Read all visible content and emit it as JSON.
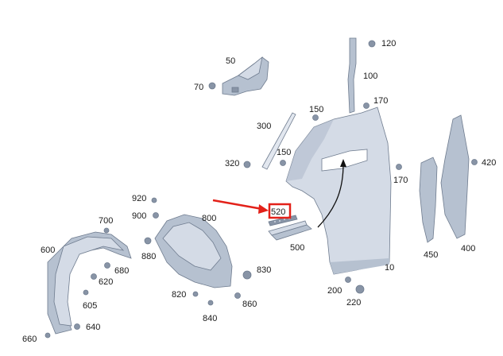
{
  "diagram": {
    "labels": {
      "p10": "10",
      "p50": "50",
      "p70": "70",
      "p100": "100",
      "p120": "120",
      "p150a": "150",
      "p150b": "150",
      "p170a": "170",
      "p170b": "170",
      "p200": "200",
      "p220": "220",
      "p300": "300",
      "p320": "320",
      "p400": "400",
      "p420": "420",
      "p450": "450",
      "p500": "500",
      "p520": "520",
      "p600": "600",
      "p605": "605",
      "p620": "620",
      "p640": "640",
      "p660": "660",
      "p680": "680",
      "p700": "700",
      "p800": "800",
      "p820": "820",
      "p830": "830",
      "p840": "840",
      "p860": "860",
      "p880": "880",
      "p900": "900",
      "p920": "920"
    },
    "colors": {
      "highlight": "#e32119",
      "arrow": "#e32119",
      "parts": "#b6c1d0",
      "outline": "#6f7c8f"
    },
    "highlighted_part": "520"
  }
}
